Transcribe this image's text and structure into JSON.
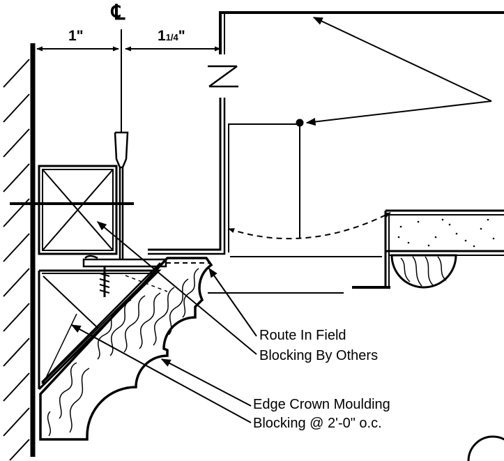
{
  "dimensions": {
    "left_gap": "1\"",
    "right_gap_whole": "1",
    "right_gap_fraction": "1/4",
    "right_gap_inch": "\"",
    "centerline_symbol": "℄"
  },
  "callouts": [
    "Route In Field",
    "Blocking By Others",
    "Edge Crown Moulding",
    "Blocking @ 2'-0\" o.c."
  ],
  "colors": {
    "ink": "#000000",
    "paper": "#ffffff"
  }
}
